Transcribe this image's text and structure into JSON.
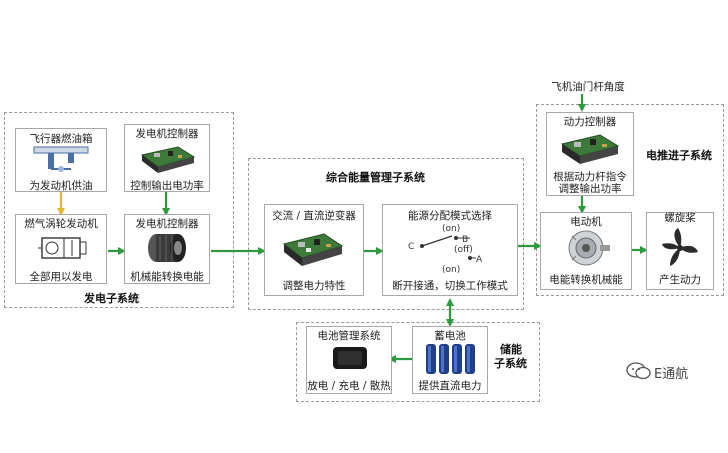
{
  "power_generation": {
    "title": "发电子系统",
    "fuel_tank": {
      "name": "飞行器燃油箱",
      "desc": "为发动机供油"
    },
    "gen_controller": {
      "name": "发电机控制器",
      "desc": "控制输出电功率"
    },
    "turbine": {
      "name": "燃气涡轮发动机",
      "desc": "全部用以发电"
    },
    "generator": {
      "name": "发电机控制器",
      "desc": "机械能转换电能"
    }
  },
  "energy_management": {
    "title": "综合能量管理子系统",
    "inverter": {
      "name": "交流 / 直流逆变器",
      "desc": "调整电力特性"
    },
    "mode_select": {
      "name": "能源分配模式选择",
      "desc": "断开接通，切换工作模式",
      "switch": {
        "on_top": "(on)",
        "off": "(off)",
        "on_bottom": "(on)",
        "c": "C",
        "b": "B",
        "a": "A"
      }
    }
  },
  "propulsion": {
    "title": "电推进子系统",
    "input": "飞机油门杆角度",
    "power_controller": {
      "name": "动力控制器",
      "desc_line1": "根据动力杆指令",
      "desc_line2": "调整输出功率"
    },
    "motor": {
      "name": "电动机",
      "desc": "电能转换机械能"
    },
    "propeller": {
      "name": "螺旋桨",
      "desc": "产生动力"
    }
  },
  "storage": {
    "title_line1": "储能",
    "title_line2": "子系统",
    "bms": {
      "name": "电池管理系统",
      "desc": "放电 / 充电 / 散热"
    },
    "battery": {
      "name": "蓄电池",
      "desc": "提供直流电力"
    }
  },
  "watermark": {
    "text": "E通航",
    "icon": "wechat-icon"
  },
  "colors": {
    "arrow": "#2e9a3e",
    "yellow_arrow": "#e8b62a",
    "dashed": "#9a9a9a"
  }
}
